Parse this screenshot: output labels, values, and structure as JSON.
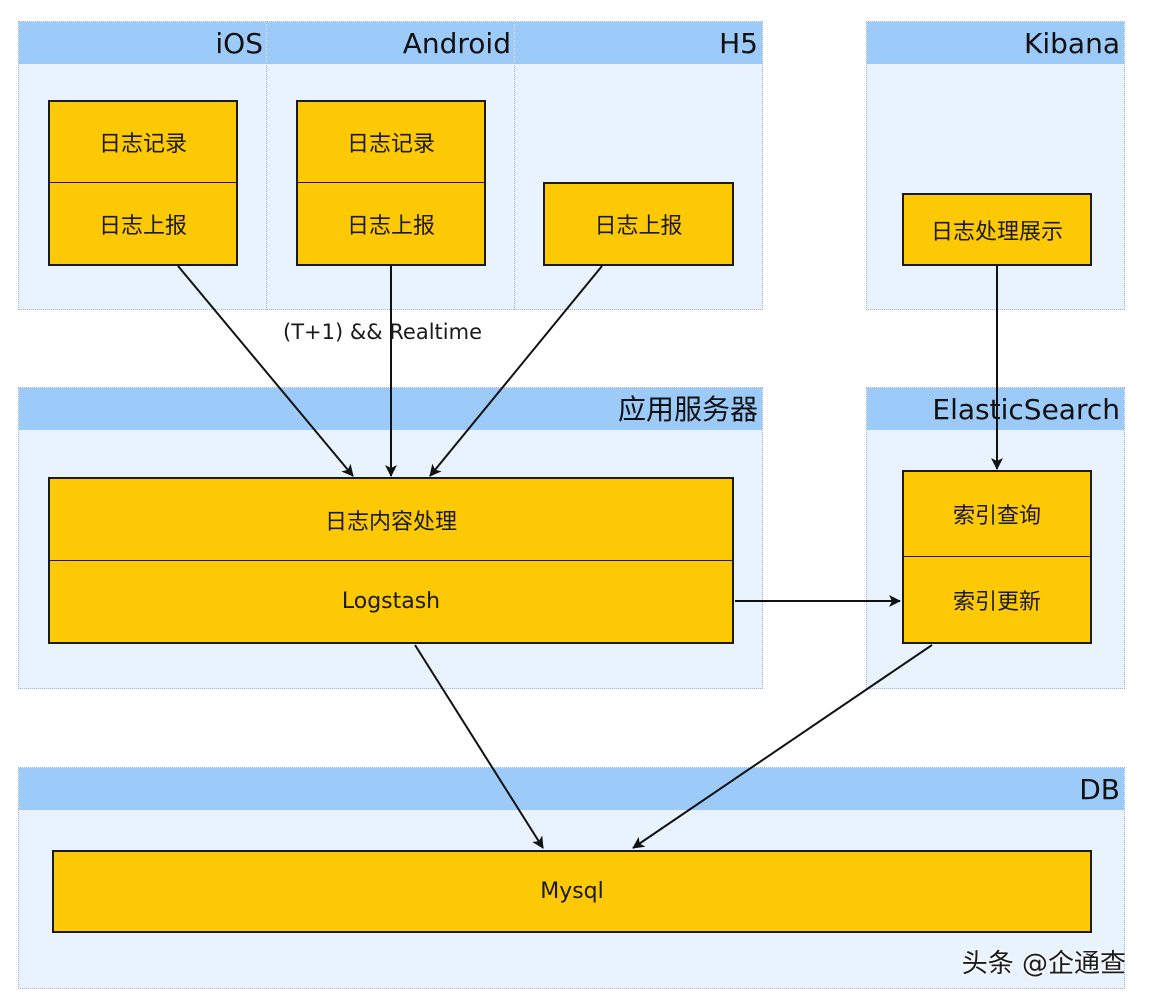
{
  "panels": {
    "ios": "iOS",
    "android": "Android",
    "h5": "H5",
    "kibana": "Kibana",
    "app_server": "应用服务器",
    "elasticsearch": "ElasticSearch",
    "db": "DB"
  },
  "nodes": {
    "ios_log_record": "日志记录",
    "ios_log_report": "日志上报",
    "android_log_record": "日志记录",
    "android_log_report": "日志上报",
    "h5_log_report": "日志上报",
    "kibana_display": "日志处理展示",
    "log_content_processing": "日志内容处理",
    "logstash": "Logstash",
    "index_query": "索引查询",
    "index_update": "索引更新",
    "mysql": "Mysql"
  },
  "edge_label": "(T+1) && Realtime",
  "watermark": "头条 @企通查"
}
